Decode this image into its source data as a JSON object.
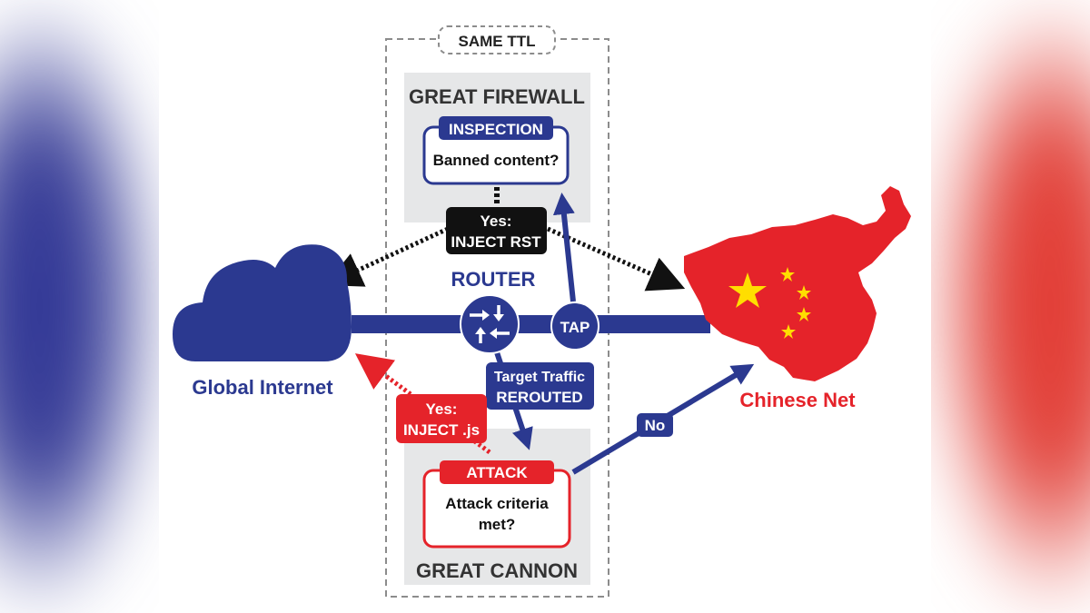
{
  "diagram": {
    "same_ttl_label": "SAME TTL",
    "great_firewall": {
      "title": "GREAT FIREWALL",
      "inspection_tag": "INSPECTION",
      "question": "Banned content?"
    },
    "inject_rst": {
      "line1": "Yes:",
      "line2": "INJECT RST"
    },
    "router_label": "ROUTER",
    "tap_label": "TAP",
    "global_internet_label": "Global Internet",
    "chinese_net_label": "Chinese Net",
    "target_traffic": {
      "line1": "Target Traffic",
      "line2": "REROUTED"
    },
    "inject_js": {
      "line1": "Yes:",
      "line2": "INJECT .js"
    },
    "no_label": "No",
    "great_cannon": {
      "title": "GREAT CANNON",
      "attack_tag": "ATTACK",
      "question_line1": "Attack criteria",
      "question_line2": "met?"
    },
    "colors": {
      "navy": "#2b3990",
      "red": "#e5232a",
      "yellow": "#ffde00",
      "panel_gray": "#e6e7e8",
      "black": "#111111"
    }
  }
}
